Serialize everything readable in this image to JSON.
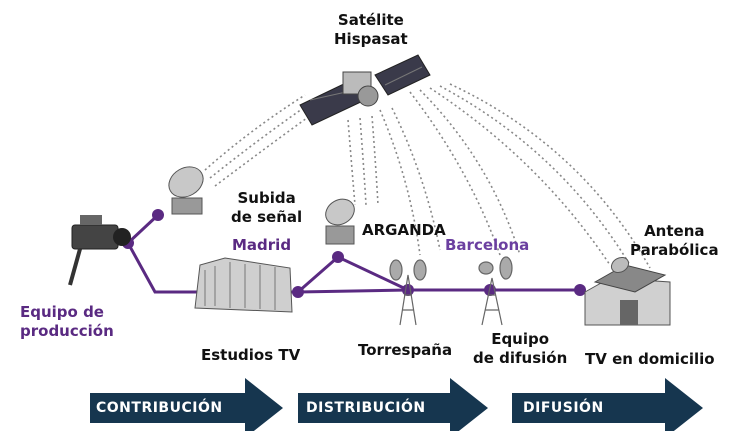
{
  "satellite": {
    "line1": "Satélite",
    "line2": "Hispasat"
  },
  "uplink": {
    "line1": "Subida",
    "line2": "de señal"
  },
  "madrid": "Madrid",
  "arganda": "ARGANDA",
  "barcelona": "Barcelona",
  "antenna": {
    "line1": "Antena",
    "line2": "Parabólica"
  },
  "production": {
    "line1": "Equipo de",
    "line2": "producción"
  },
  "studios": "Estudios TV",
  "torrespana": "Torrespaña",
  "broadcast_equipment": {
    "line1": "Equipo",
    "line2": "de difusión"
  },
  "home_tv": "TV en domicilio",
  "phases": [
    "CONTRIBUCIÓN",
    "DISTRIBUCIÓN",
    "DIFUSIÓN"
  ],
  "colors": {
    "network_line": "#5a2a82",
    "phase_arrow": "#16364f",
    "signal_wave": "#7a7a7a"
  }
}
